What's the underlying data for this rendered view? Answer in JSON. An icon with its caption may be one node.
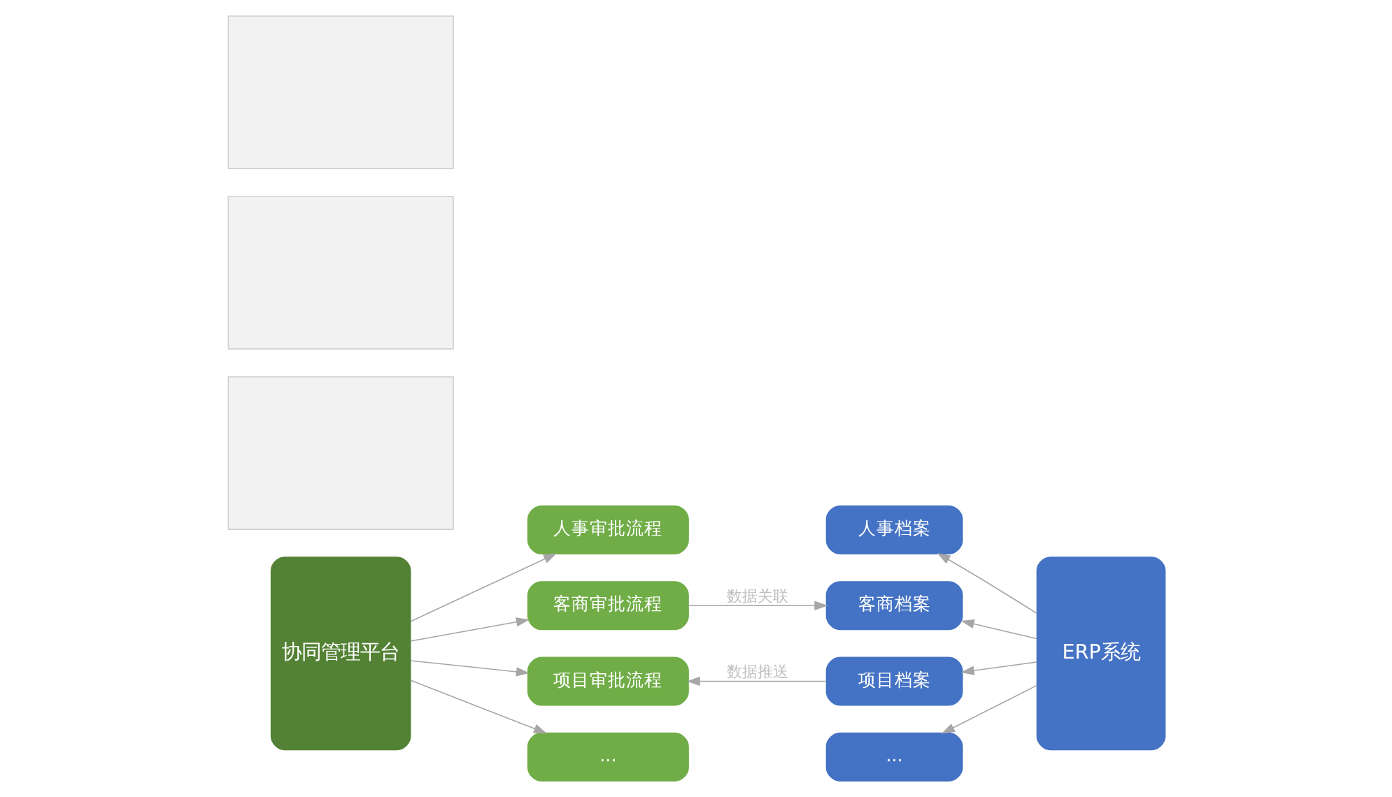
{
  "diagram": {
    "nodes": [
      {
        "text": [
          "协同管理平台"
        ]
      },
      {
        "text": [
          "人事审批流程"
        ]
      },
      {
        "text": [
          "客商审批流程"
        ]
      },
      {
        "text": [
          "项目审批流程"
        ]
      },
      {
        "text": [
          "..."
        ]
      },
      {
        "text": [
          "人事档案"
        ]
      },
      {
        "text": [
          "客商档案"
        ]
      },
      {
        "text": [
          "项目档案"
        ]
      },
      {
        "text": [
          "..."
        ]
      },
      {
        "text": [
          "ERP系统"
        ]
      },
      {
        "text": [],
        "shape": "box"
      },
      {
        "text": [],
        "shape": "box"
      },
      {
        "text": [],
        "shape": "box"
      }
    ],
    "edges": [
      {
        "from": 0,
        "to": 1,
        "arrow": "to"
      },
      {
        "from": 0,
        "to": 2,
        "arrow": "to"
      },
      {
        "from": 0,
        "to": 3,
        "arrow": "to"
      },
      {
        "from": 0,
        "to": 4,
        "arrow": "to"
      },
      {
        "from": 2,
        "to": 6,
        "arrow": "to",
        "label": "数据关联"
      },
      {
        "from": 7,
        "to": 3,
        "arrow": "to",
        "label": "数据推送"
      },
      {
        "from": 9,
        "to": 5,
        "arrow": "to"
      },
      {
        "from": 9,
        "to": 6,
        "arrow": "to"
      },
      {
        "from": 9,
        "to": 7,
        "arrow": "to"
      },
      {
        "from": 9,
        "to": 8,
        "arrow": "to"
      }
    ]
  }
}
